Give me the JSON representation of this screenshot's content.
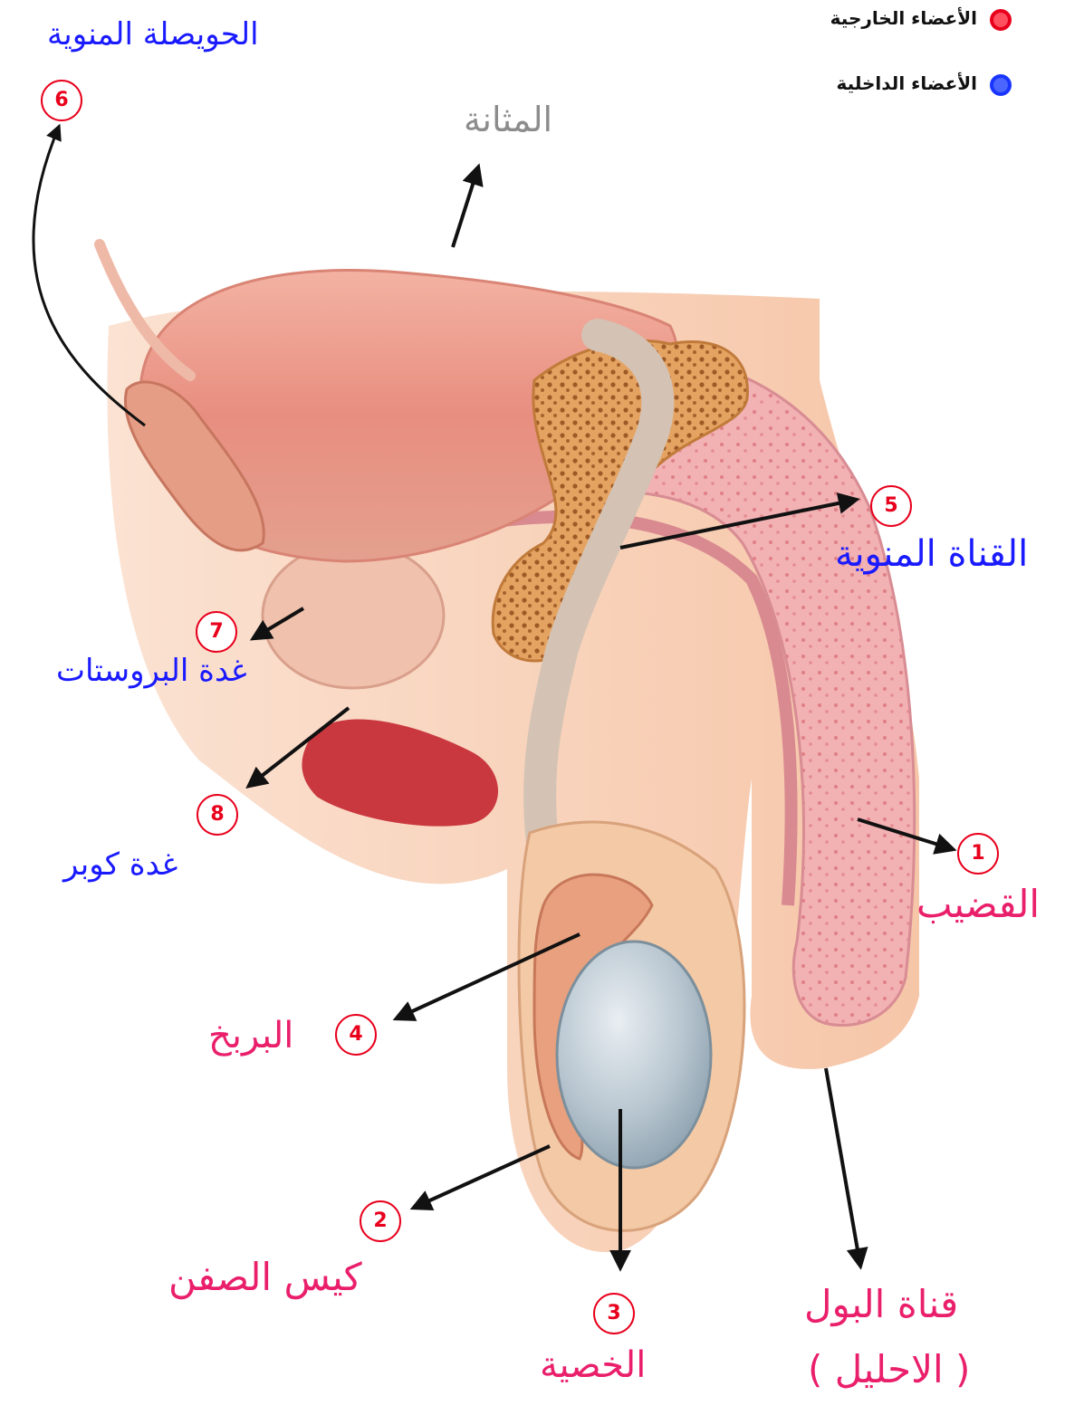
{
  "legend": {
    "external": {
      "text": "الأعضاء الخارجية",
      "color": "#e8001c"
    },
    "internal": {
      "text": "الأعضاء الداخلية",
      "color": "#1a35ff"
    }
  },
  "colors": {
    "blue_label": "#1a1aff",
    "pink_label": "#ea1f6b",
    "gray_label": "#8c8c8c",
    "number": "#e8001c"
  },
  "labels": {
    "seminal_vesicle": "الحويصلة المنوية",
    "bladder": "المثانة",
    "vas_deferens": "القناة المنوية",
    "prostate": "غدة البروستات",
    "cowper": "غدة كوبر",
    "penis": "القضيب",
    "epididymis": "البربخ",
    "scrotum": "كيس الصفن",
    "testis": "الخصية",
    "urethra_line1": "قناة البول",
    "urethra_line2": "( الاحليل )"
  },
  "numbers": {
    "penis": "1",
    "scrotum": "2",
    "testis": "3",
    "epididymis": "4",
    "vas_deferens": "5",
    "seminal_vesicle": "6",
    "prostate": "7",
    "cowper": "8"
  }
}
